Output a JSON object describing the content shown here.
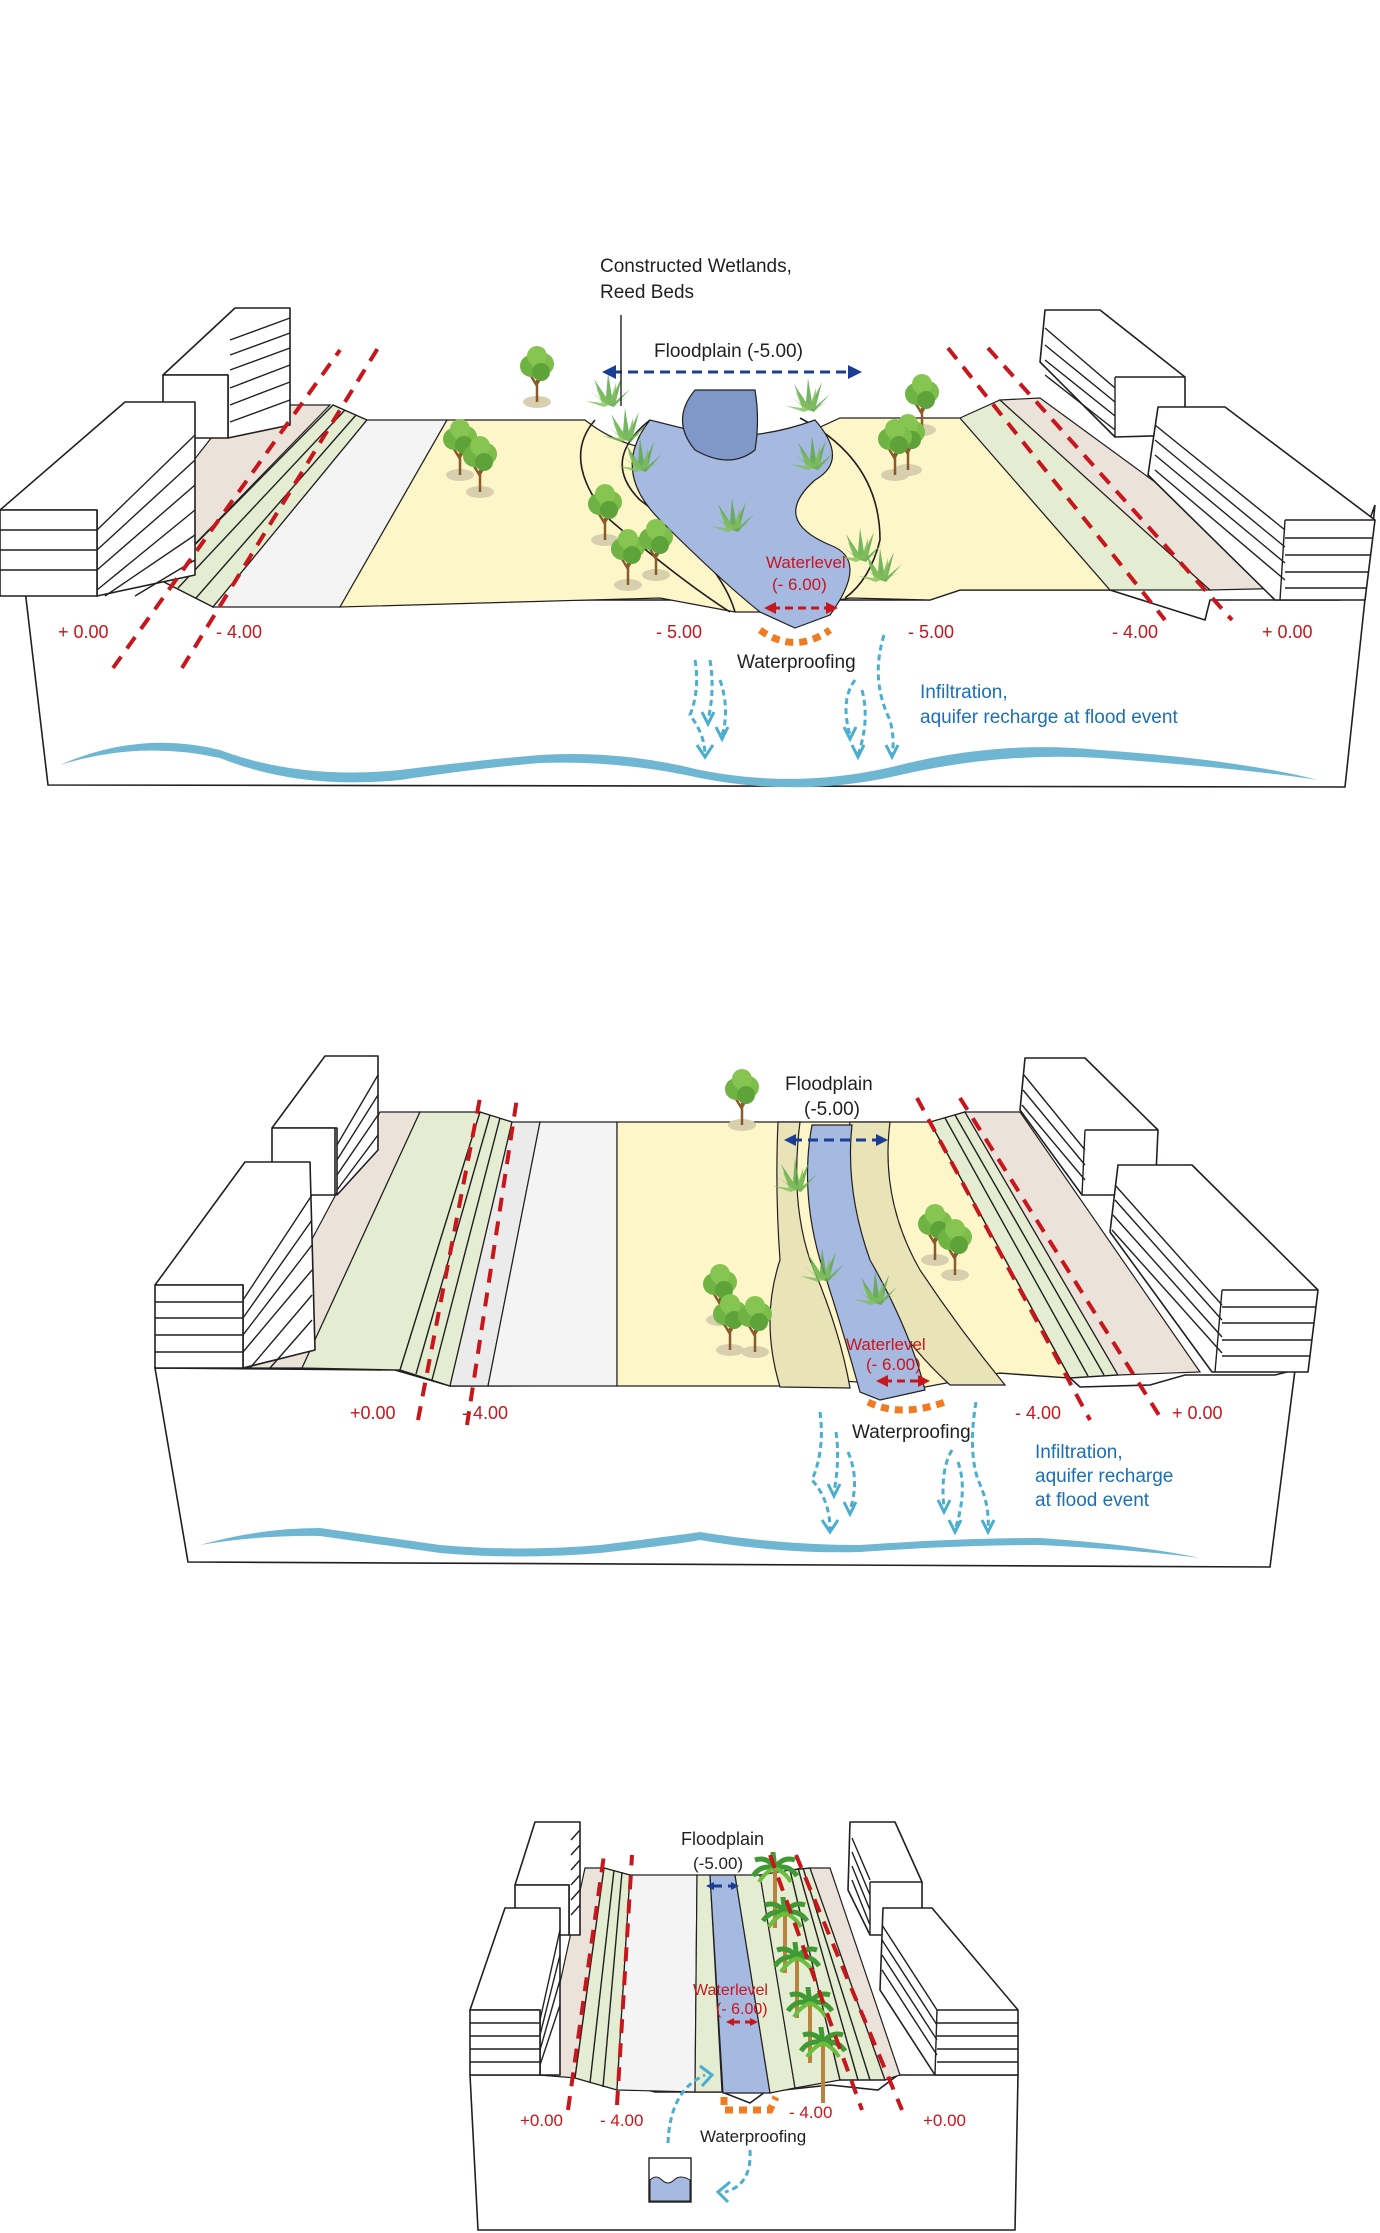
{
  "colors": {
    "sand": "#fdf6c8",
    "paving_beige": "#ebe3da",
    "grass_light": "#e4edd1",
    "road_light": "#f4f4f4",
    "water": "#a6b9e1",
    "water_deep": "#7f98c8",
    "reed_green": "#5ea84a",
    "tree_green": "#72b545",
    "elevation_red": "#c8161d",
    "floodplain_arrow": "#1b3d94",
    "waterproofing_orange": "#f07b22",
    "infiltration_blue": "#4aaed1",
    "infiltration_text": "#1b6fb5"
  },
  "diagrams": [
    {
      "id": "wide-wetland",
      "labels": {
        "wetlands": "Constructed Wetlands,",
        "wetlands_line2": "Reed Beds",
        "floodplain": "Floodplain (-5.00)",
        "waterlevel": "Waterlevel",
        "waterlevel_value": "(- 6.00)",
        "waterproofing": "Waterproofing",
        "infiltration": "Infiltration,",
        "infiltration_line2": "aquifer recharge at flood event"
      },
      "elevations": [
        "+ 0.00",
        "- 4.00",
        "- 5.00",
        "- 5.00",
        "- 4.00",
        "+ 0.00"
      ]
    },
    {
      "id": "medium-stream",
      "labels": {
        "floodplain": "Floodplain",
        "floodplain_value": "(-5.00)",
        "waterlevel": "Waterlevel",
        "waterlevel_value": "(- 6.00)",
        "waterproofing": "Waterproofing",
        "infiltration": "Infiltration,",
        "infiltration_line2": "aquifer recharge",
        "infiltration_line3": "at flood event"
      },
      "elevations": [
        "+0.00",
        "- 4.00",
        "- 4.00",
        "+ 0.00"
      ]
    },
    {
      "id": "narrow-channel",
      "labels": {
        "floodplain": "Floodplain",
        "floodplain_value": "(-5.00)",
        "waterlevel": "Waterlevel",
        "waterlevel_value": "(- 6.00)",
        "waterproofing": "Waterproofing"
      },
      "elevations": [
        "+0.00",
        "- 4.00",
        "- 4.00",
        "+0.00"
      ]
    }
  ]
}
